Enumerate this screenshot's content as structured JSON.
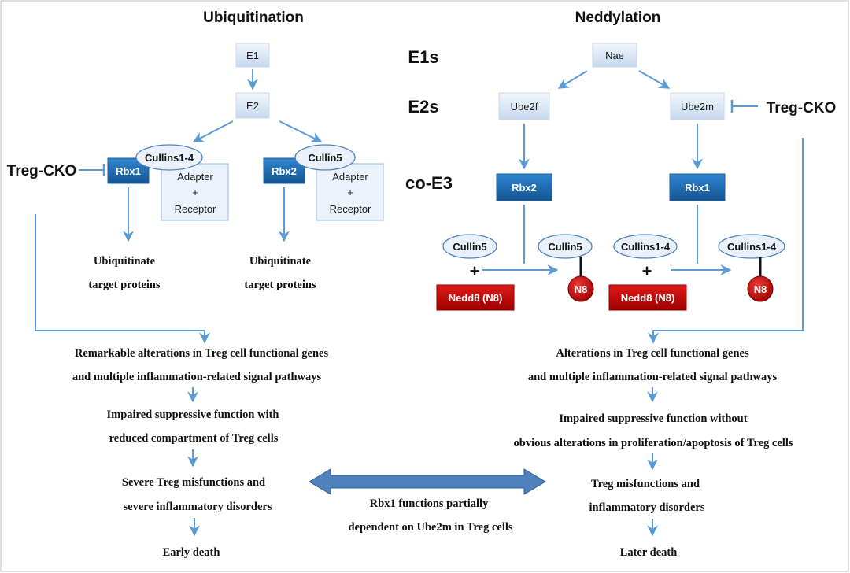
{
  "headers": {
    "left": "Ubiquitination",
    "right": "Neddylation"
  },
  "stages": {
    "e1": "E1s",
    "e2": "E2s",
    "e3": "co-E3"
  },
  "treg_cko": "Treg-CKO",
  "ubiquitination": {
    "e1": "E1",
    "e2": "E2",
    "rbx1": "Rbx1",
    "rbx2": "Rbx2",
    "cullins14": "Cullins1-4",
    "cullin5": "Cullin5",
    "adapter": [
      "Adapter",
      "+",
      "Receptor"
    ],
    "target": [
      "Ubiquitinate",
      "target proteins"
    ]
  },
  "neddylation": {
    "nae": "Nae",
    "ube2f": "Ube2f",
    "ube2m": "Ube2m",
    "rbx2": "Rbx2",
    "rbx1": "Rbx1",
    "cullin5": "Cullin5",
    "cullins14": "Cullins1-4",
    "plus": "+",
    "nedd8": "Nedd8 (N8)",
    "n8": "N8"
  },
  "left_outcomes": [
    [
      "Remarkable alterations in Treg cell functional genes",
      "and multiple inflammation-related signal pathways"
    ],
    [
      "Impaired suppressive function with",
      "reduced compartment of Treg cells"
    ],
    [
      "Severe Treg misfunctions and",
      "severe inflammatory disorders"
    ],
    [
      "Early death"
    ]
  ],
  "right_outcomes": [
    [
      "Alterations in Treg cell functional genes",
      "and multiple inflammation-related signal pathways"
    ],
    [
      "Impaired suppressive function without",
      "obvious alterations in proliferation/apoptosis of Treg cells"
    ],
    [
      "Treg misfunctions and",
      "inflammatory disorders"
    ],
    [
      "Later death"
    ]
  ],
  "center_note": [
    "Rbx1 functions partially",
    "dependent on Ube2m in Treg cells"
  ],
  "colors": {
    "arrow": "#5b9bd5",
    "dark_box": "#1f6fb5",
    "light_box": "#dce8f5",
    "red_box": "#c00000"
  }
}
